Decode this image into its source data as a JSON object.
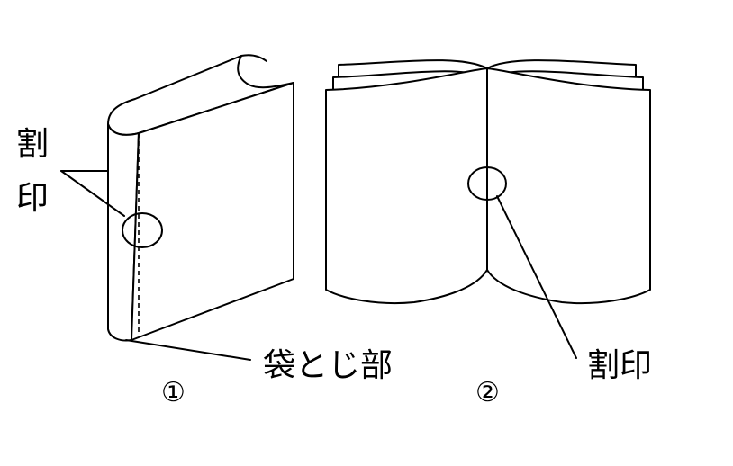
{
  "labels": {
    "stamp_top_char1": "割",
    "stamp_top_char2": "印",
    "fukuro_toji": "袋とじ部",
    "stamp_right": "割印",
    "figure1": "①",
    "figure2": "②"
  }
}
